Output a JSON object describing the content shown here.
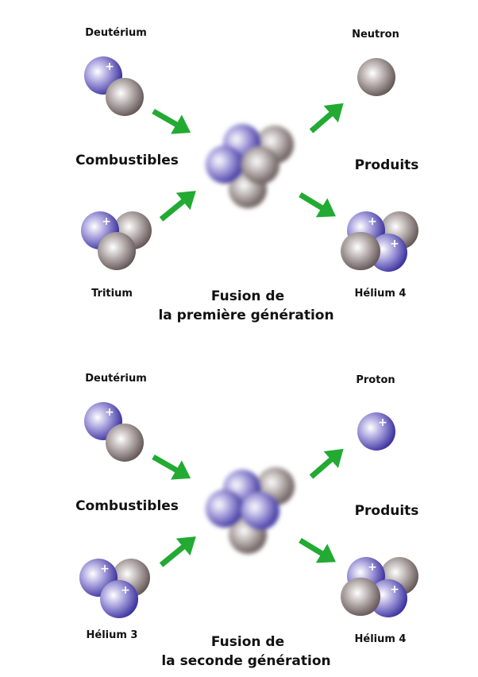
{
  "colors": {
    "proton": "#5a4fb0",
    "neutron": "#7a6c6c",
    "arrow": "#22aa33"
  },
  "diagrams": [
    {
      "reactant_top": "Deutérium",
      "reactant_bottom": "Tritium",
      "left_group": "Combustibles",
      "product_top": "Neutron",
      "product_bottom": "Hélium 4",
      "right_group": "Produits",
      "caption_line1": "Fusion de",
      "caption_line2": "la première génération"
    },
    {
      "reactant_top": "Deutérium",
      "reactant_bottom": "Hélium 3",
      "left_group": "Combustibles",
      "product_top": "Proton",
      "product_bottom": "Hélium 4",
      "right_group": "Produits",
      "caption_line1": "Fusion de",
      "caption_line2": "la seconde génération"
    }
  ],
  "proton_sign": "+"
}
